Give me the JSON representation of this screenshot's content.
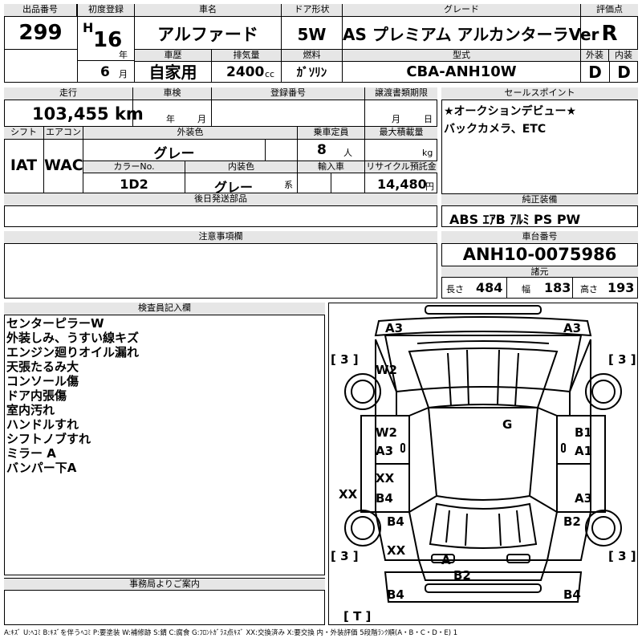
{
  "header": {
    "lot_no_label": "出品番号",
    "lot_no": "299",
    "first_reg_label": "初度登録",
    "era": "H",
    "year": "16",
    "year_unit": "年",
    "month": "6",
    "month_unit": "月",
    "car_name_label": "車名",
    "car_name": "アルファード",
    "door_label": "ドア形状",
    "door": "5W",
    "grade_label": "グレード",
    "grade": "AS プレミアム アルカンターラVer",
    "score_label": "評価点",
    "score": "R",
    "history_label": "車歴",
    "history": "自家用",
    "displacement_label": "排気量",
    "displacement": "2400",
    "displacement_unit": "cc",
    "fuel_label": "燃料",
    "fuel": "ｶﾞｿﾘﾝ",
    "model_label": "型式",
    "model": "CBA-ANH10W",
    "exterior_label": "外装",
    "exterior": "D",
    "interior_label": "内装",
    "interior": "D"
  },
  "row2": {
    "mileage_label": "走行",
    "mileage": "103,455",
    "mileage_unit": "km",
    "inspection_label": "車検",
    "inspection_year_unit": "年",
    "inspection_month_unit": "月",
    "registration_label": "登録番号",
    "transfer_label": "譲渡書類期限",
    "transfer_month_unit": "月",
    "transfer_day_unit": "日",
    "shift_label": "シフト",
    "shift": "IAT",
    "aircon_label": "エアコン",
    "aircon": "WAC",
    "ext_color_label": "外装色",
    "ext_color": "グレー",
    "seats_label": "乗車定員",
    "seats": "8",
    "seats_unit": "人",
    "max_load_label": "最大積載量",
    "max_load_unit": "kg",
    "color_no_label": "カラーNo.",
    "color_no": "1D2",
    "int_color_label": "内装色",
    "int_color": "グレー",
    "int_color_unit": "系",
    "import_label": "輸入車",
    "recycle_label": "リサイクル預託金",
    "recycle": "14,480",
    "recycle_unit": "円",
    "later_parts_label": "後日発送部品"
  },
  "sales_point": {
    "label": "セールスポイント",
    "lines": [
      "★オークションデビュー★",
      "バックカメラ、ETC"
    ]
  },
  "equipment": {
    "label": "純正装備",
    "value": "ABS ｴｱB ｱﾙﾐ PS PW"
  },
  "notes": {
    "label": "注意事項欄"
  },
  "chassis": {
    "label": "車台番号",
    "value": "ANH10-0075986",
    "spec_label": "諸元",
    "length_label": "長さ",
    "length": "484",
    "width_label": "幅",
    "width": "183",
    "height_label": "高さ",
    "height": "193"
  },
  "inspector": {
    "label": "検査員記入欄",
    "lines": [
      "センターピラーW",
      "外装しみ、うすい線キズ",
      "エンジン廻りオイル漏れ",
      "天張たるみ大",
      "コンソール傷",
      "ドア内張傷",
      "室内汚れ",
      "ハンドルすれ",
      "シフトノブすれ",
      "ミラー A",
      "バンパー下A"
    ]
  },
  "office": {
    "label": "事務局よりご案内"
  },
  "diagram": {
    "marks": {
      "front_left": "A3",
      "front_right": "A3",
      "tire_fl": "[ 3 ]",
      "tire_fr": "[ 3 ]",
      "tire_rl": "[ 3 ]",
      "tire_rr": "[ 3 ]",
      "fender_l": "W2",
      "roof": "G",
      "pillar_l": "W2",
      "door_fl": "A3",
      "door_fr_1": "B1",
      "door_fr_2": "A1",
      "door_rl_1": "XX",
      "door_rl_2": "B4",
      "side_l": "XX",
      "door_rr": "A3",
      "rear_l": "B4",
      "rear_r": "B2",
      "quarter_l": "XX",
      "trunk": "A",
      "bumper": "B2",
      "rear_bumper_l": "B4",
      "rear_bumper_r": "B4",
      "spare": "[ T ]"
    }
  },
  "legend": "A:ｷｽﾞ U:ﾍｺﾐ B:ｷｽﾞを伴うﾍｺﾐ P:要塗装 W:補修跡 S:錆 C:腐食 G:ﾌﾛﾝﾄｶﾞﾗｽ点ｷｽﾞ XX:交換済み X:要交換 内・外装評価 5段階ﾗﾝｸ順(A・B・C・D・E) 1"
}
